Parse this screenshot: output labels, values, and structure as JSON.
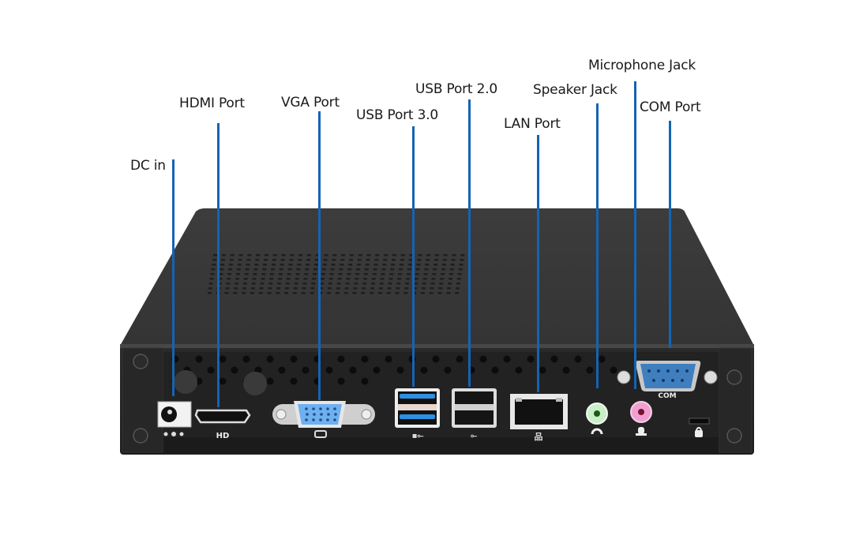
{
  "diagram": {
    "subject": "Mini PC rear I/O panel",
    "leader_color": "#1464b4",
    "labels": [
      {
        "id": "dc-in",
        "text": "DC in"
      },
      {
        "id": "hdmi",
        "text": "HDMI Port"
      },
      {
        "id": "vga",
        "text": "VGA Port"
      },
      {
        "id": "usb3",
        "text": "USB Port 3.0"
      },
      {
        "id": "usb2",
        "text": "USB Port 2.0"
      },
      {
        "id": "lan",
        "text": "LAN Port"
      },
      {
        "id": "speaker",
        "text": "Speaker Jack"
      },
      {
        "id": "mic",
        "text": "Microphone Jack"
      },
      {
        "id": "com",
        "text": "COM Port"
      }
    ],
    "panel_markings": {
      "hdmi": "HD",
      "com": "COM"
    },
    "colors": {
      "chassis": "#3a3a3a",
      "usb3_blue": "#2f8fe0",
      "vga_blue": "#6fb0f0",
      "com_blue": "#3f7fc0",
      "speaker_green": "#c8f0c8",
      "mic_pink": "#f0a0d0"
    }
  }
}
